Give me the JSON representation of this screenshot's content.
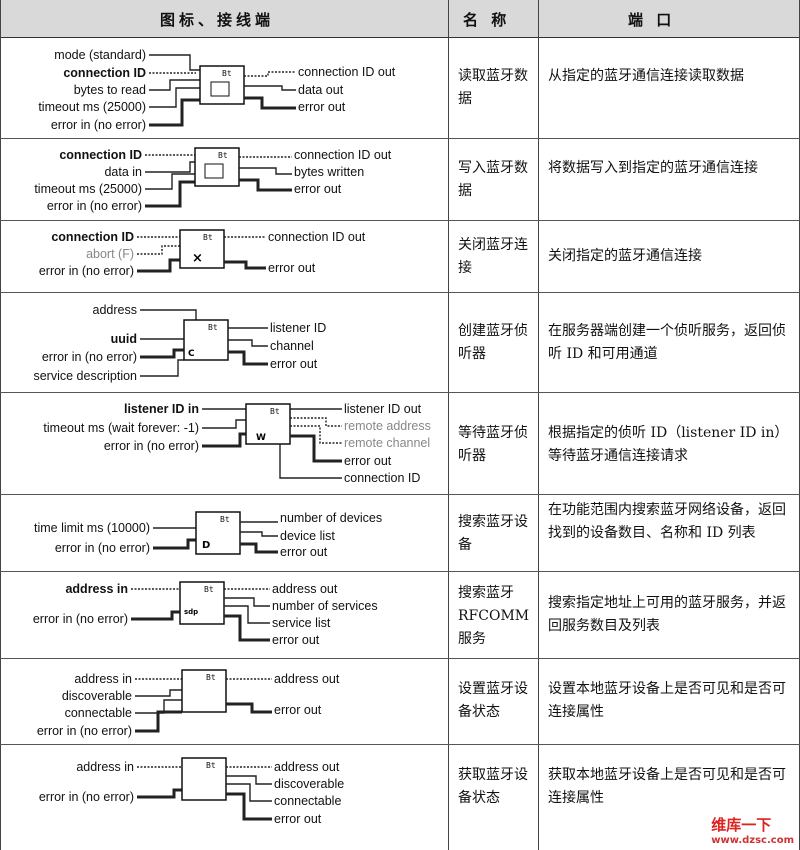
{
  "header": {
    "col1": "图标、接线端",
    "col2": "名  称",
    "col3": "端  口"
  },
  "rows": [
    {
      "name": "读取蓝牙数据",
      "desc": "从指定的蓝牙通信连接读取数据",
      "inputs": [
        "mode (standard)",
        "connection ID",
        "bytes to read",
        "timeout ms (25000)",
        "error in (no error)"
      ],
      "outputs": [
        "connection ID out",
        "data out",
        "error out"
      ]
    },
    {
      "name": "写入蓝牙数据",
      "desc": "将数据写入到指定的蓝牙通信连接",
      "inputs": [
        "connection ID",
        "data in",
        "timeout ms (25000)",
        "error in (no error)"
      ],
      "outputs": [
        "connection ID out",
        "bytes written",
        "error out"
      ]
    },
    {
      "name": "关闭蓝牙连接",
      "desc": "关闭指定的蓝牙通信连接",
      "inputs": [
        "connection ID",
        "abort (F)",
        "error in (no error)"
      ],
      "outputs": [
        "connection ID out",
        "error out"
      ]
    },
    {
      "name": "创建蓝牙侦听器",
      "desc": "在服务器端创建一个侦听服务，返回侦听 ID 和可用通道",
      "inputs": [
        "address",
        "uuid",
        "error in (no error)",
        "service description"
      ],
      "outputs": [
        "listener ID",
        "channel",
        "error out"
      ]
    },
    {
      "name": "等待蓝牙侦听器",
      "desc": "根据指定的侦听 ID（listener ID in）等待蓝牙通信连接请求",
      "inputs": [
        "listener ID in",
        "timeout ms (wait forever: -1)",
        "error in (no error)"
      ],
      "outputs": [
        "listener ID out",
        "remote address",
        "remote channel",
        "error out",
        "connection ID"
      ]
    },
    {
      "name": "搜索蓝牙设备",
      "desc": "在功能范围内搜索蓝牙网络设备，返回找到的设备数目、名称和 ID 列表",
      "inputs": [
        "time limit ms (10000)",
        "error in (no error)"
      ],
      "outputs": [
        "number of devices",
        "device list",
        "error out"
      ]
    },
    {
      "name": "搜索蓝牙RFCOMM 服务",
      "desc": "搜索指定地址上可用的蓝牙服务，并返回服务数目及列表",
      "inputs": [
        "address in",
        "error in (no error)"
      ],
      "outputs": [
        "address out",
        "number of services",
        "service list",
        "error out"
      ]
    },
    {
      "name": "设置蓝牙设备状态",
      "desc": "设置本地蓝牙设备上是否可见和是否可连接属性",
      "inputs": [
        "address in",
        "discoverable",
        "connectable",
        "error in (no error)"
      ],
      "outputs": [
        "address out",
        "error out"
      ]
    },
    {
      "name": "获取蓝牙设备状态",
      "desc": "获取本地蓝牙设备上是否可见和是否可连接属性",
      "inputs": [
        "address in",
        "error in (no error)"
      ],
      "outputs": [
        "address out",
        "discoverable",
        "connectable",
        "error out"
      ]
    }
  ],
  "watermark": {
    "brand": "维库一下",
    "url": "www.dzsc.com"
  }
}
